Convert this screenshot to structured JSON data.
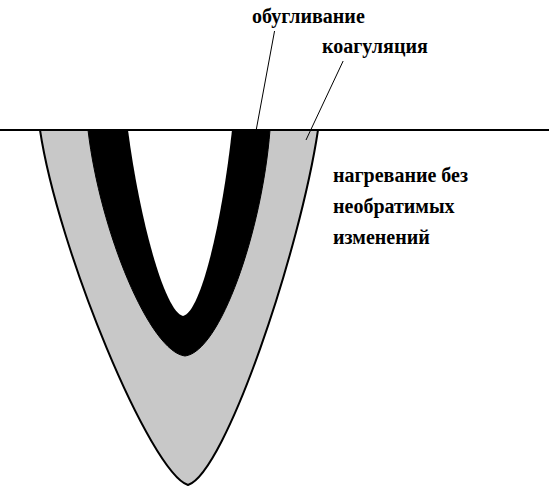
{
  "diagram": {
    "labels": [
      "обугливание",
      "коагуляция",
      "нагревание без необратимых изменений"
    ]
  }
}
